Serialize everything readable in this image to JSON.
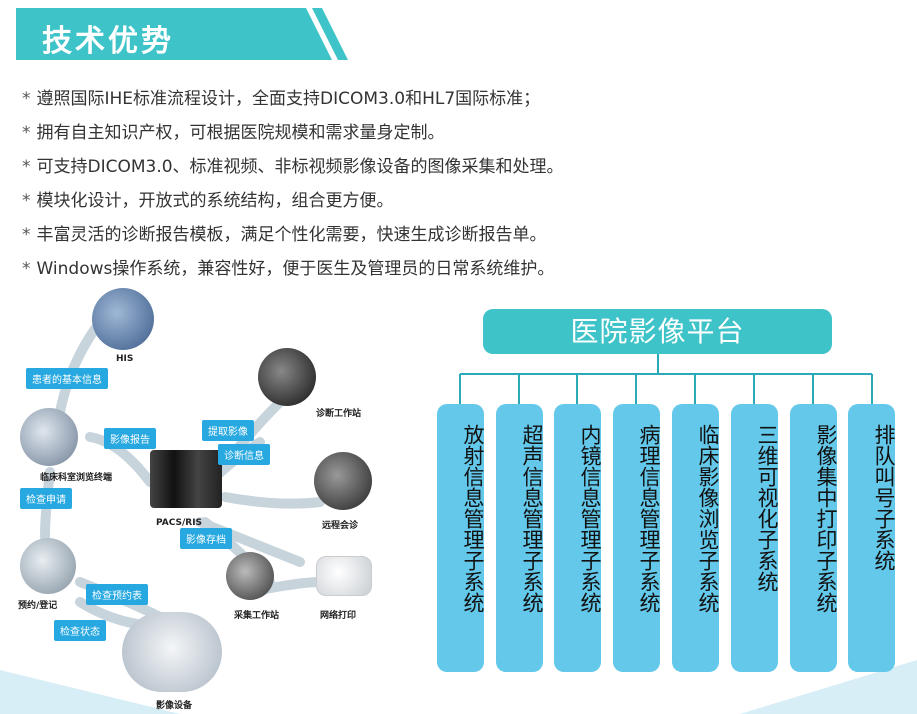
{
  "header": {
    "title": "技术优势"
  },
  "features": [
    "遵照国际IHE标准流程设计，全面支持DICOM3.0和HL7国际标准；",
    "拥有自主知识产权，可根据医院规模和需求量身定制。",
    "可支持DICOM3.0、标准视频、非标视频影像设备的图像采集和处理。",
    "模块化设计，开放式的系统结构，组合更方便。",
    "丰富灵活的诊断报告模板，满足个性化需要，快速生成诊断报告单。",
    "Windows操作系统，兼容性好，便于医生及管理员的日常系统维护。"
  ],
  "bullet_symbol": "*",
  "diagram": {
    "nodes": {
      "his": "HIS",
      "diagnosis_station": "诊断工作站",
      "clinical_browser": "临床科室浏览终端",
      "pacs_ris": "PACS/RIS",
      "remote_consult": "远程会诊",
      "registration": "预约/登记",
      "capture_station": "采集工作站",
      "network_print": "网络打印",
      "imaging_device": "影像设备"
    },
    "tags": {
      "patient_info": "患者的基本信息",
      "image_report": "影像报告",
      "fetch_image": "提取影像",
      "diagnosis_info": "诊断信息",
      "exam_request": "检查申请",
      "image_store": "影像存档",
      "exam_booking": "检查预约表",
      "exam_status": "检查状态"
    }
  },
  "platform": {
    "title": "医院影像平台",
    "systems": [
      "放射信息管理子系统",
      "超声信息管理子系统",
      "内镜信息管理子系统",
      "病理信息管理子系统",
      "临床影像浏览子系统",
      "三维可视化子系统",
      "影像集中打印子系统",
      "排队叫号子系统"
    ]
  },
  "colors": {
    "banner": "#3ec3c9",
    "platform": "#3ec3c9",
    "pillar": "#64c8ea",
    "tag": "#27a8e0",
    "arrow": "#c8d4dc"
  }
}
